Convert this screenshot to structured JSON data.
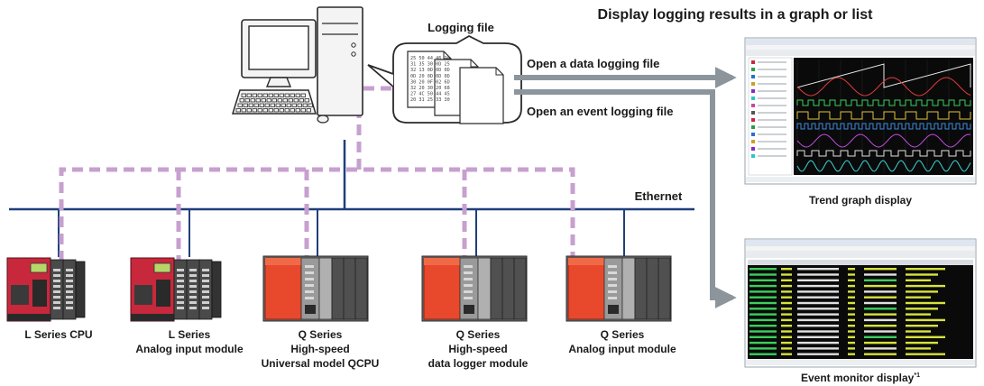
{
  "title": "Display logging results in a graph or list",
  "logging_file_label": "Logging file",
  "arrow_top_label": "Open a data logging file",
  "arrow_bottom_label": "Open an event logging file",
  "network_label": "Ethernet",
  "trend_label": "Trend graph display",
  "event_label": "Event monitor display",
  "event_note": "*1",
  "modules": [
    {
      "line1": "L Series CPU",
      "line2": "",
      "line3": ""
    },
    {
      "line1": "L Series",
      "line2": "Analog input module",
      "line3": ""
    },
    {
      "line1": "Q Series",
      "line2": "High-speed",
      "line3": "Universal model QCPU"
    },
    {
      "line1": "Q Series",
      "line2": "High-speed",
      "line3": "data logger module"
    },
    {
      "line1": "Q Series",
      "line2": "Analog input module",
      "line3": ""
    }
  ],
  "file_numbers": [
    "25 50 44 46 20",
    "31 35 30 0D 25",
    "32 13 0D 0D 0D",
    "0D 20 0D 0D 0D",
    "30 20 0F 02 6D",
    "32 20 30 20 68",
    "27 4C 50 44 45",
    "20 31 25 33 30"
  ],
  "colors": {
    "network": "#1f3f7a",
    "dashed": "#c7a0cf",
    "arrow": "#8c959c",
    "l_series": "#c8283c",
    "q_series": "#e8482c",
    "screen_bg": "#0a0a0a"
  }
}
